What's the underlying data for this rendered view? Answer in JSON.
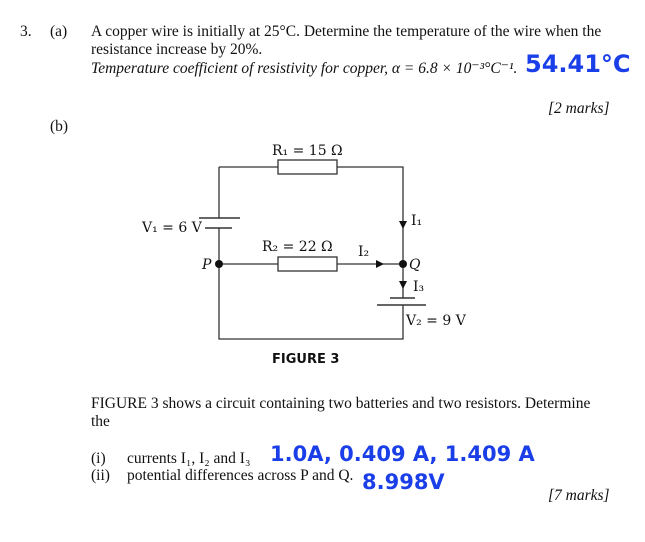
{
  "question": {
    "number": "3.",
    "part_a": {
      "label": "(a)",
      "line1": "A copper wire is initially at 25°C. Determine the temperature of the wire when the",
      "line2": "resistance increase by 20%.",
      "line3": "Temperature coefficient of resistivity for copper, α = 6.8 × 10⁻³°C⁻¹.",
      "marks": "[2 marks]",
      "handwritten_answer": "54.41°C"
    },
    "part_b": {
      "label": "(b)",
      "figure": {
        "caption": "FIGURE 3",
        "r1_label": "R₁ = 15 Ω",
        "r2_label": "R₂ = 22 Ω",
        "v1_label": "V₁ = 6 V",
        "v2_label": "V₂ = 9 V",
        "i1_label": "I₁",
        "i2_label": "I₂",
        "i3_label": "I₃",
        "p_label": "P",
        "q_label": "Q"
      },
      "line1": "FIGURE 3 shows a circuit containing two batteries and two resistors. Determine",
      "line2": "the",
      "sub_i_label": "(i)",
      "sub_i_text": "currents I₁, I₂ and I₃",
      "sub_i_answer": "1.0A, 0.409 A, 1.409 A",
      "sub_ii_label": "(ii)",
      "sub_ii_text": "potential differences across P and Q.",
      "sub_ii_answer": "8.998V",
      "marks": "[7 marks]"
    }
  }
}
